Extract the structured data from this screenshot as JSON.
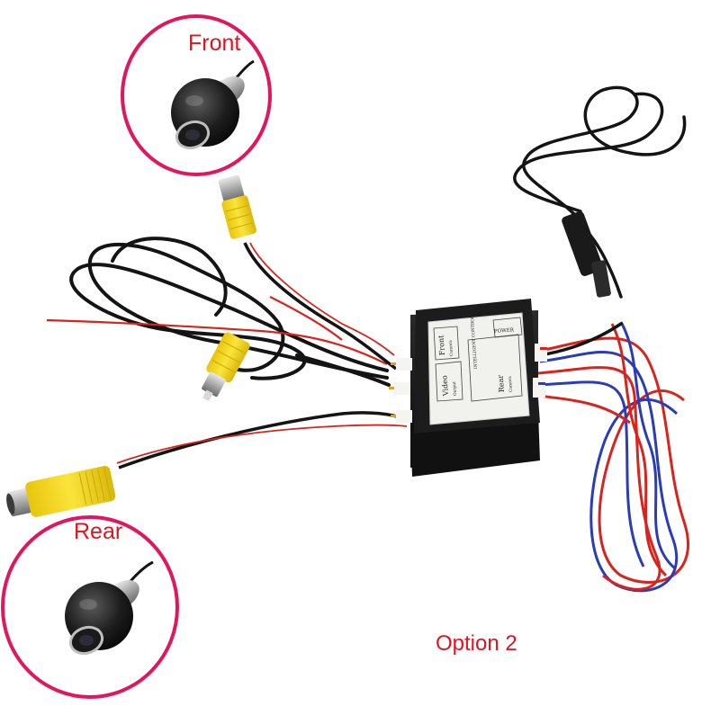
{
  "labels": {
    "front": "Front",
    "rear": "Rear",
    "option": "Option 2"
  },
  "control_box": {
    "power_label": "POWER",
    "title": "INTELLIGENT CONTROL BOX",
    "front_label": "Front",
    "front_sub": "Camera",
    "video_label": "Video",
    "video_sub": "Output",
    "rear_label": "Rear",
    "rear_sub": "Camera"
  },
  "colors": {
    "highlight_circle": "#e0175f",
    "label_text": "#e2121e",
    "rca_yellow": "#f2d21a",
    "wire_red": "#d8241c",
    "wire_blue": "#2a3cb8",
    "box_body": "#1b1b1b",
    "label_panel": "#f1f1ee"
  }
}
